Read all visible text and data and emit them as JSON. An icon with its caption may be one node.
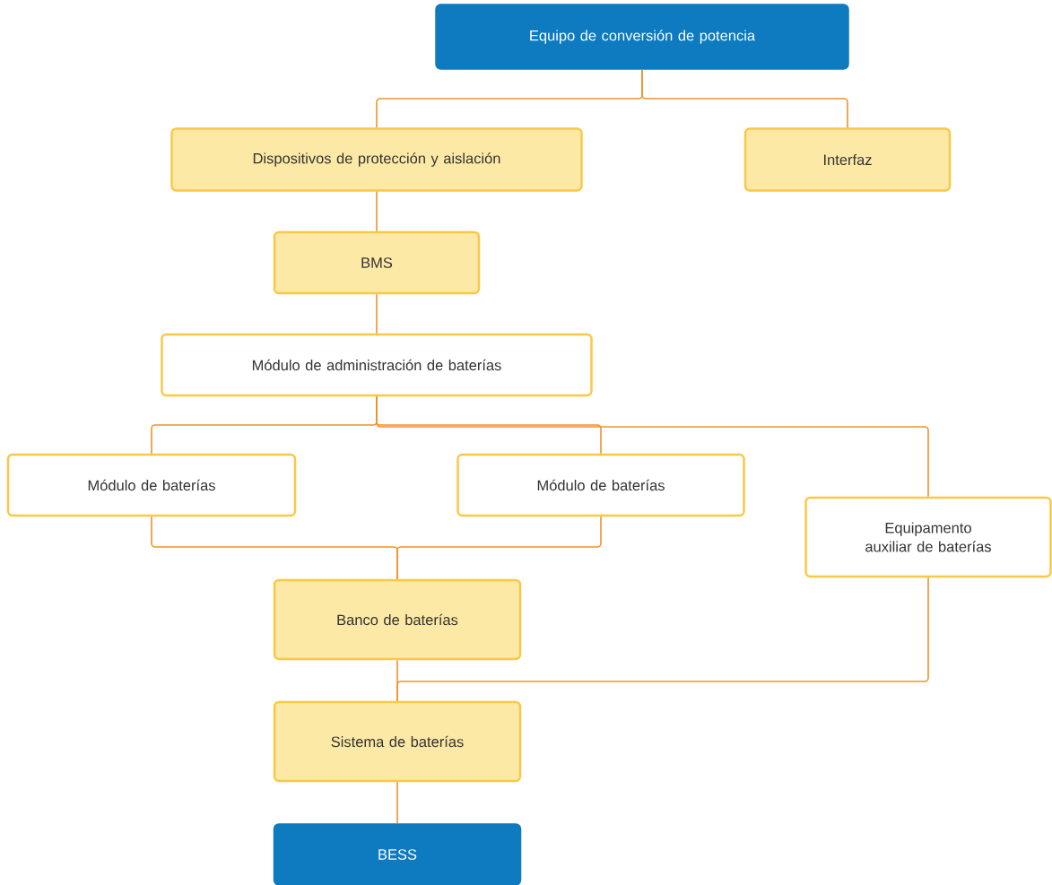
{
  "diagram": {
    "nodes": [
      {
        "text": [
          "Equipo de conversión de potencia"
        ]
      },
      {
        "text": [
          "Dispositivos de protección y aislación"
        ]
      },
      {
        "text": [
          "Interfaz"
        ]
      },
      {
        "text": [
          "BMS"
        ]
      },
      {
        "text": [
          "Módulo de administración de baterías"
        ]
      },
      {
        "text": [
          "Módulo de baterías"
        ]
      },
      {
        "text": [
          "Módulo de baterías"
        ]
      },
      {
        "text": [
          "Equipamento auxiliar de baterías"
        ]
      },
      {
        "text": [
          "Banco de baterías"
        ]
      },
      {
        "text": [
          "Sistema de baterías"
        ]
      },
      {
        "text": [
          "BESS"
        ]
      }
    ],
    "edges": [
      {
        "from": 0,
        "to": 1,
        "arrow": "none"
      },
      {
        "from": 0,
        "to": 2,
        "arrow": "none"
      },
      {
        "from": 1,
        "to": 3,
        "arrow": "none"
      },
      {
        "from": 3,
        "to": 4,
        "arrow": "none"
      },
      {
        "from": 4,
        "to": 5,
        "arrow": "none"
      },
      {
        "from": 4,
        "to": 6,
        "arrow": "none"
      },
      {
        "from": 4,
        "to": 7,
        "arrow": "none"
      },
      {
        "from": 5,
        "to": 8,
        "arrow": "none"
      },
      {
        "from": 6,
        "to": 8,
        "arrow": "none"
      },
      {
        "from": 8,
        "to": 9,
        "arrow": "none"
      },
      {
        "from": 7,
        "to": 9,
        "arrow": "none"
      },
      {
        "from": 9,
        "to": 10,
        "arrow": "none"
      }
    ]
  }
}
